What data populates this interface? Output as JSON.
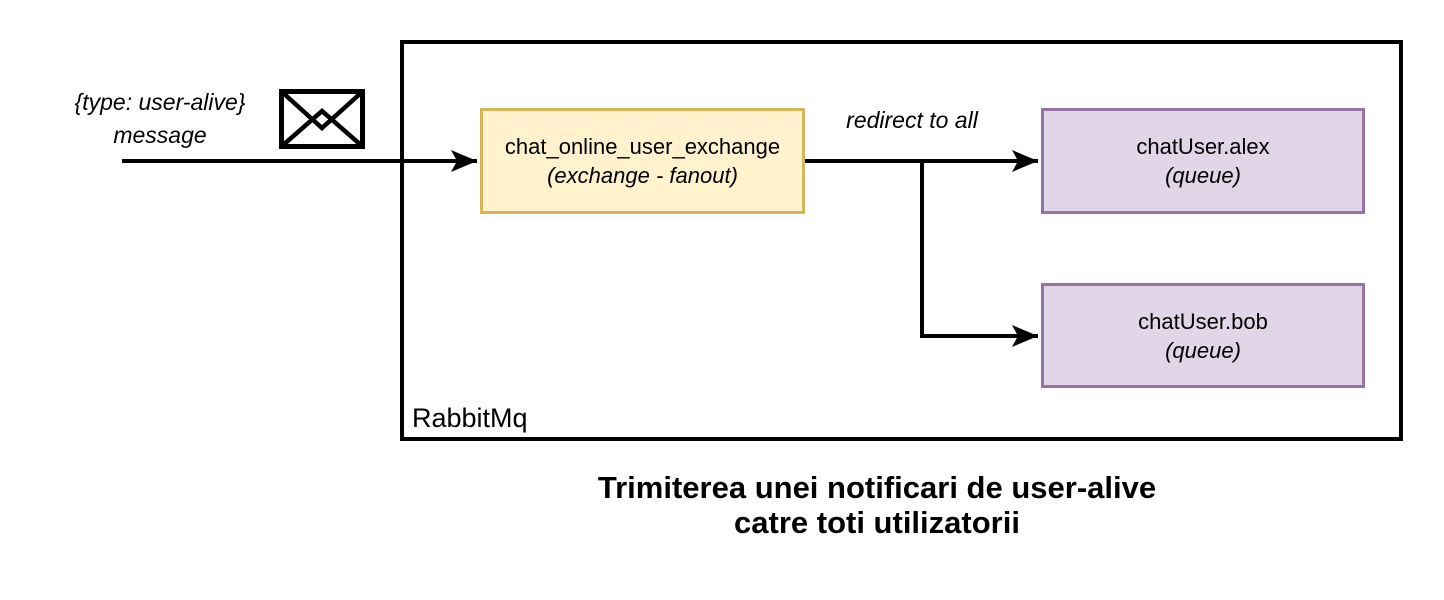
{
  "diagram": {
    "message": {
      "line1": "{type: user-alive}",
      "line2": "message"
    },
    "container": {
      "label": "RabbitMq"
    },
    "exchange": {
      "name": "chat_online_user_exchange",
      "type": "(exchange - fanout)"
    },
    "edge_label": "redirect to all",
    "queues": [
      {
        "name": "chatUser.alex",
        "type": "(queue)"
      },
      {
        "name": "chatUser.bob",
        "type": "(queue)"
      }
    ],
    "caption": {
      "line1": "Trimiterea unei notificari de user-alive",
      "line2": "catre toti utilizatorii"
    },
    "icons": {
      "envelope": "envelope-icon"
    },
    "colors": {
      "exchange_fill": "#fff2cc",
      "exchange_border": "#d6b656",
      "queue_fill": "#e1d5e7",
      "queue_border": "#9673a6",
      "line": "#000000",
      "background": "#ffffff"
    }
  }
}
